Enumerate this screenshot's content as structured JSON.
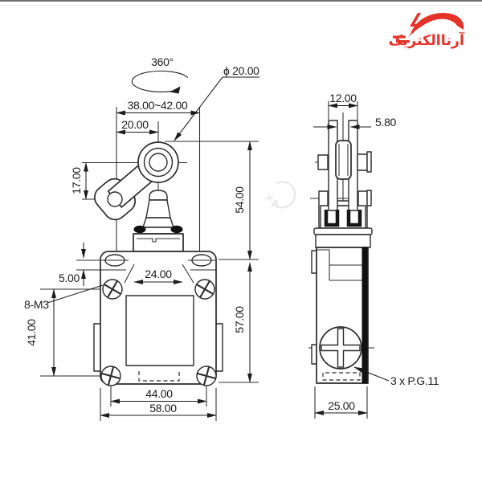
{
  "page": {
    "background": "#ffffff",
    "top_border_color": "#6e6e6e"
  },
  "logo": {
    "text": "آرتاالکتریک",
    "color": "#e63229"
  },
  "watermark": {
    "letter": "A"
  },
  "drawing": {
    "line_color": "#2b2b2b",
    "text_color": "#1c1c1c",
    "front_view": {
      "rotation_label": "360°",
      "roller_diameter_label": "ϕ 20.00",
      "lever_range_label": "38.00~42.00",
      "lever_offset_label": "20.00",
      "lever_height_label": "17.00",
      "upper_height_label": "54.00",
      "slot_offset_label": "5.00",
      "head_width_label": "24.00",
      "thread_label": "8-M3",
      "screw_spacing_vertical_label": "41.00",
      "body_height_label": "57.00",
      "screw_spacing_horizontal_label": "44.00",
      "body_width_label": "58.00"
    },
    "side_view": {
      "fork_width_label": "12.00",
      "roller_width_label": "5.80",
      "conduit_label": "3 x P.G.11",
      "depth_label": "25.00"
    }
  }
}
